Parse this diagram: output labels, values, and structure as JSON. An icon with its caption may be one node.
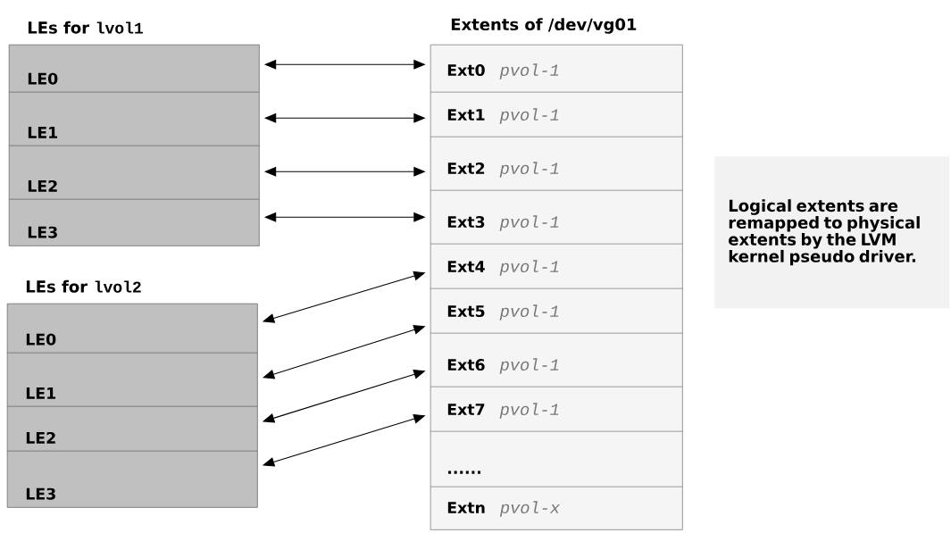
{
  "diagram": {
    "nodes": [
      {
        "text": [
          "LEs for",
          "lvol1"
        ]
      },
      {
        "text": [
          "LE0"
        ],
        "in": 0
      },
      {
        "text": [
          "LE1"
        ],
        "in": 0
      },
      {
        "text": [
          "LE2"
        ],
        "in": 0
      },
      {
        "text": [
          "LE3"
        ],
        "in": 0
      },
      {
        "text": [
          "LEs for",
          "lvol2"
        ]
      },
      {
        "text": [
          "LE0"
        ],
        "in": 5
      },
      {
        "text": [
          "LE1"
        ],
        "in": 5
      },
      {
        "text": [
          "LE2"
        ],
        "in": 5
      },
      {
        "text": [
          "LE3"
        ],
        "in": 5
      },
      {
        "text": [
          "Extents of  /dev/vg01"
        ]
      },
      {
        "text": [
          "Ext0",
          "pvol-1"
        ],
        "in": 10
      },
      {
        "text": [
          "Ext1",
          "pvol-1"
        ],
        "in": 10
      },
      {
        "text": [
          "Ext2",
          "pvol-1"
        ],
        "in": 10
      },
      {
        "text": [
          "Ext3",
          "pvol-1"
        ],
        "in": 10
      },
      {
        "text": [
          "Ext4",
          "pvol-1"
        ],
        "in": 10
      },
      {
        "text": [
          "Ext5",
          "pvol-1"
        ],
        "in": 10
      },
      {
        "text": [
          "Ext6",
          "pvol-1"
        ],
        "in": 10
      },
      {
        "text": [
          "Ext7",
          "pvol-1"
        ],
        "in": 10
      },
      {
        "text": [
          "......"
        ],
        "in": 10
      },
      {
        "text": [
          "Extn",
          "pvol-x"
        ],
        "in": 10
      },
      {
        "text": [
          "Logical extents are remapped to physical extents by the LVM kernel pseudo driver."
        ]
      }
    ],
    "edges": [
      {
        "from": 1,
        "to": 11,
        "arrow": "both"
      },
      {
        "from": 2,
        "to": 12,
        "arrow": "both"
      },
      {
        "from": 3,
        "to": 13,
        "arrow": "both"
      },
      {
        "from": 4,
        "to": 14,
        "arrow": "both"
      },
      {
        "from": 6,
        "to": 15,
        "arrow": "both"
      },
      {
        "from": 7,
        "to": 16,
        "arrow": "both"
      },
      {
        "from": 8,
        "to": 17,
        "arrow": "both"
      },
      {
        "from": 9,
        "to": 18,
        "arrow": "both"
      }
    ]
  }
}
